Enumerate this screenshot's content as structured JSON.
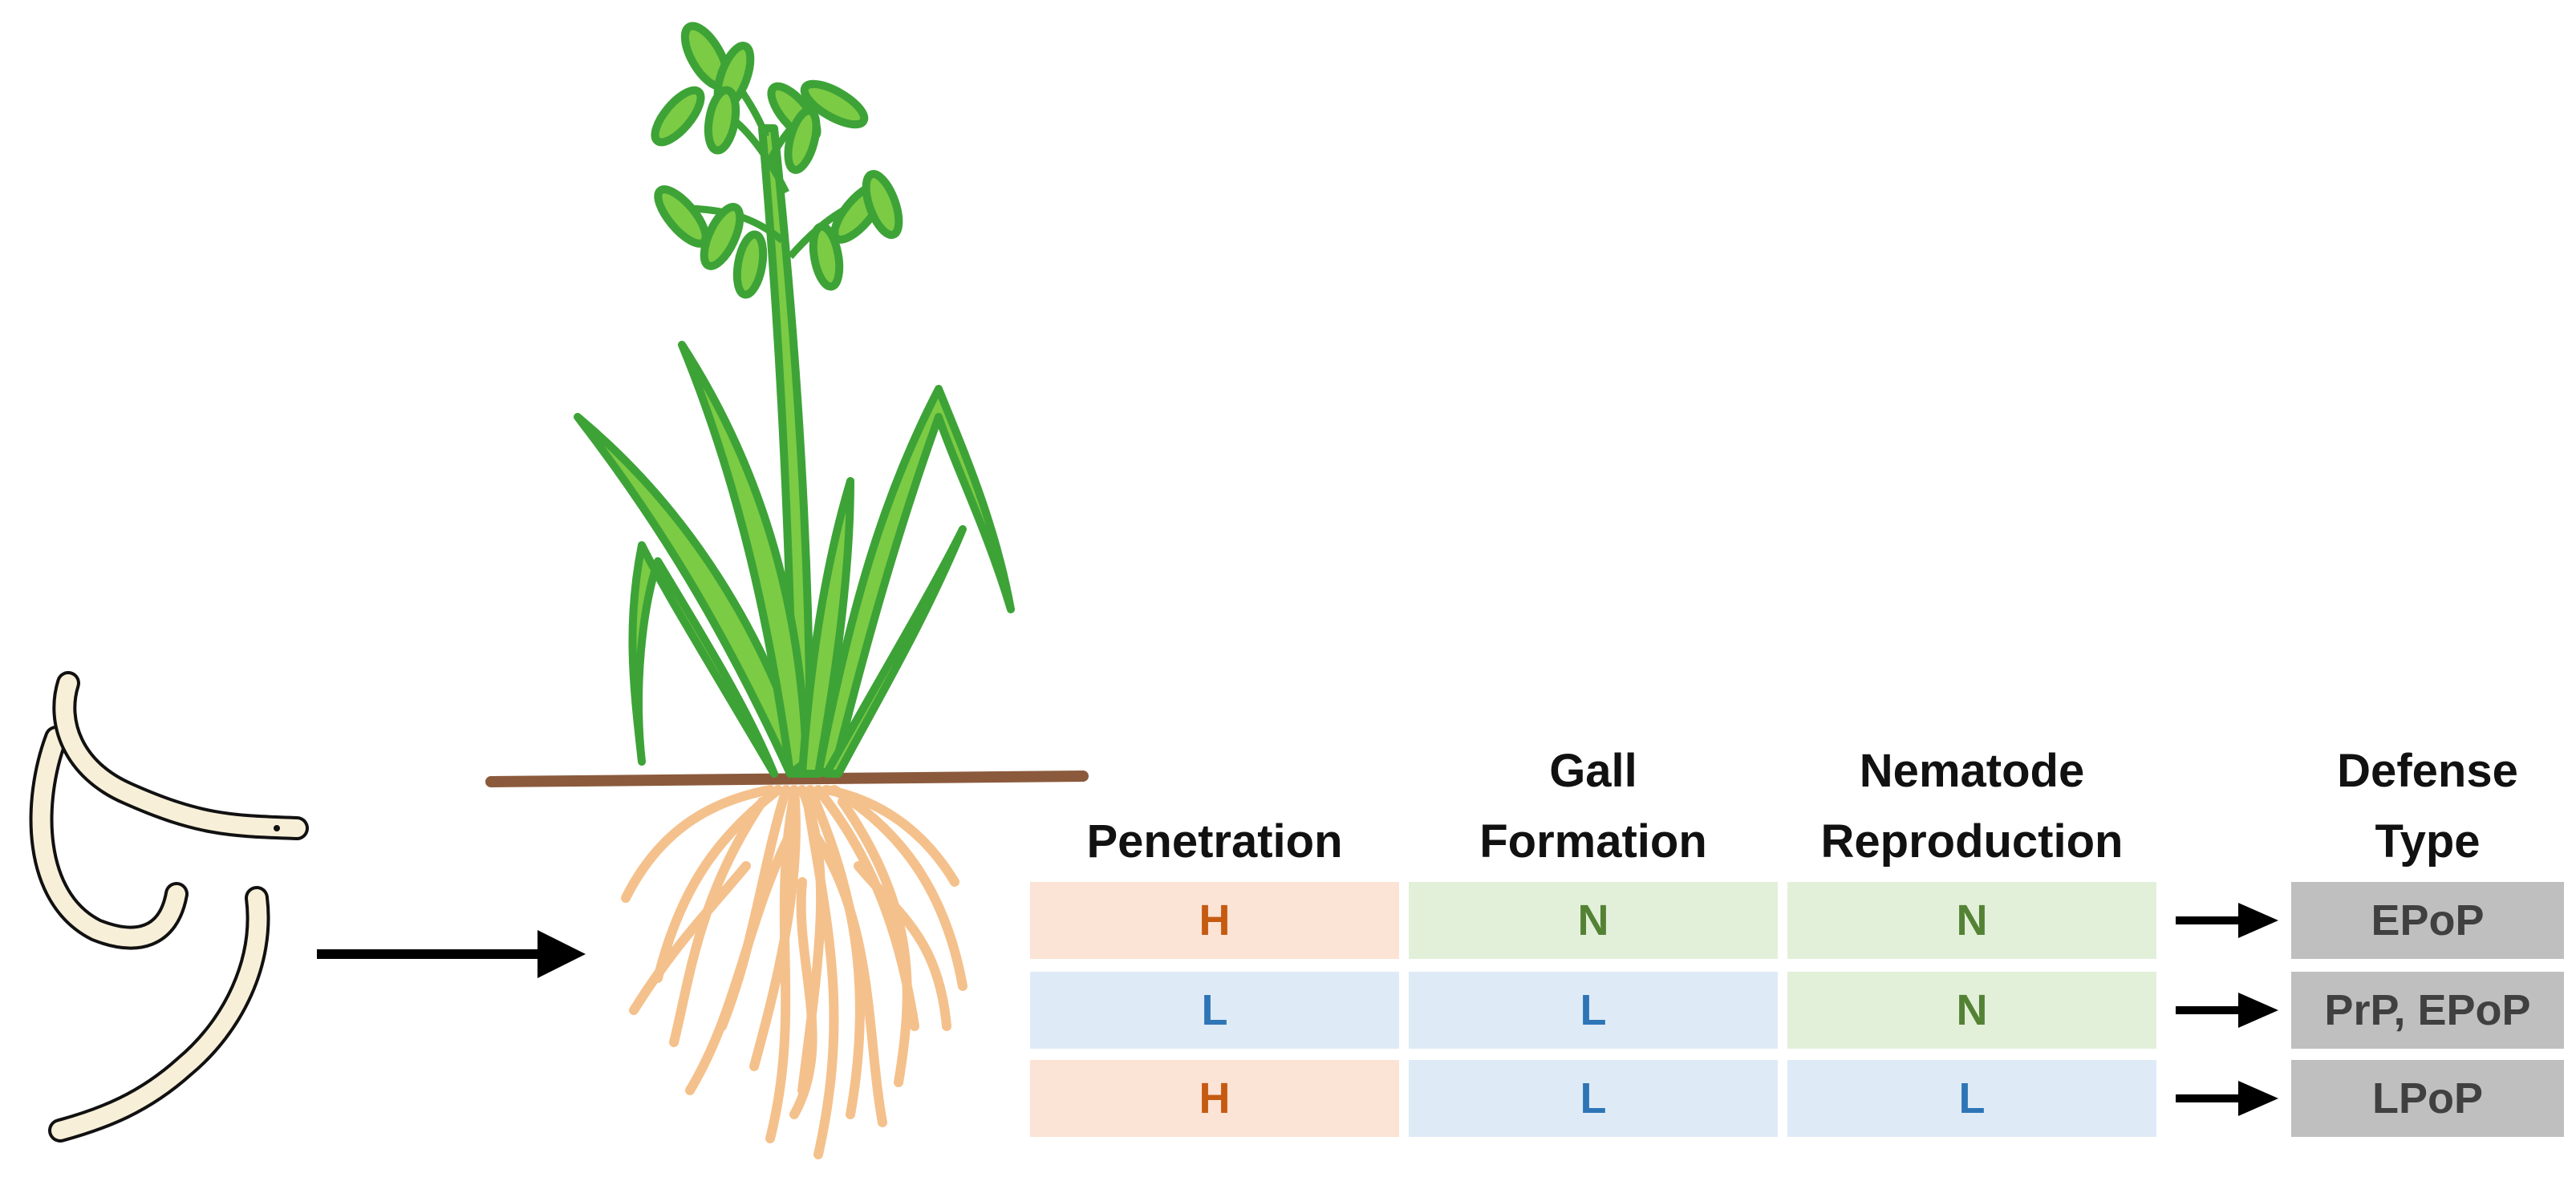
{
  "table": {
    "headers": [
      {
        "line1": "",
        "line2": "Penetration"
      },
      {
        "line1": "Gall",
        "line2": "Formation"
      },
      {
        "line1": "Nematode",
        "line2": "Reproduction"
      },
      {
        "line1": "Defense",
        "line2": "Type"
      }
    ],
    "rows": [
      {
        "penetration": "H",
        "gall_formation": "N",
        "nematode_reproduction": "N",
        "defense_type": "EPoP"
      },
      {
        "penetration": "L",
        "gall_formation": "L",
        "nematode_reproduction": "N",
        "defense_type": "PrP, EPoP"
      },
      {
        "penetration": "H",
        "gall_formation": "L",
        "nematode_reproduction": "L",
        "defense_type": "LPoP"
      }
    ]
  },
  "colors": {
    "H_fill": "#FBE3D6",
    "H_text": "#C55A11",
    "N_fill": "#E2F0D9",
    "N_text": "#548235",
    "L_fill": "#DEEBF7",
    "L_text": "#2E75B6",
    "defense_fill": "#BFBFBF",
    "defense_text": "#404040",
    "leaf_fill": "#7CCB44",
    "leaf_stroke": "#3DA337",
    "root_color": "#F4C18C",
    "soil_color": "#8B5A3C",
    "nematode_fill": "#F7EFD8"
  },
  "icons": [
    "nematode-icon",
    "plant-icon",
    "soil-line",
    "root-system",
    "arrow-right-icon"
  ]
}
